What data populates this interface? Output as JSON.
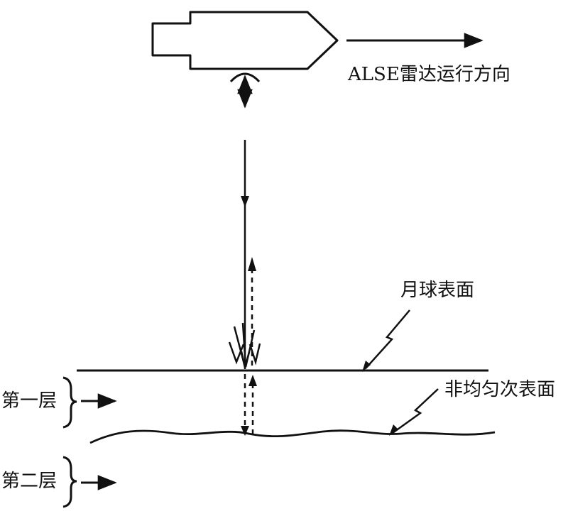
{
  "labels": {
    "radar_direction": "ALSE雷达运行方向",
    "lunar_surface": "月球表面",
    "inhomogeneous_subsurface": "非均匀次表面",
    "layer_one": "第一层",
    "layer_two": "第二层"
  },
  "colors": {
    "ink": "#111111",
    "background": "#ffffff"
  }
}
